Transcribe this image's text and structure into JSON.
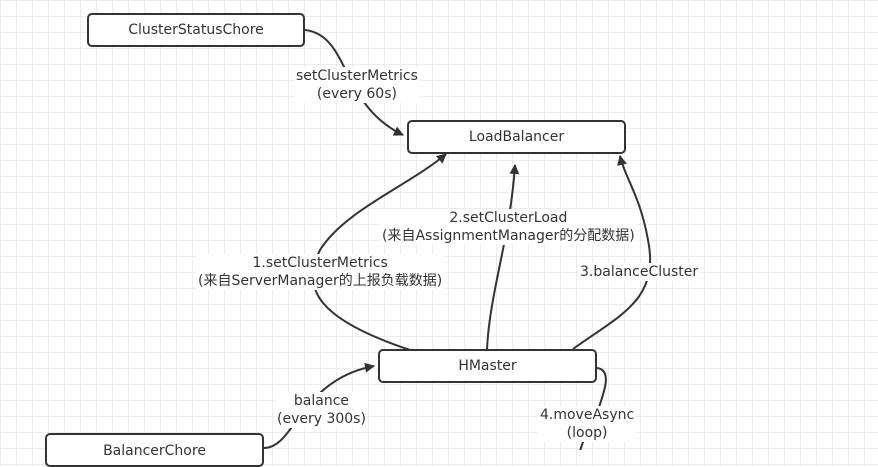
{
  "nodes": {
    "cluster_status_chore": "ClusterStatusChore",
    "load_balancer": "LoadBalancer",
    "hmaster": "HMaster",
    "balancer_chore": "BalancerChore"
  },
  "edges": {
    "set_cluster_metrics_chore": {
      "line1": "setClusterMetrics",
      "line2": "(every 60s)"
    },
    "set_cluster_metrics_master": {
      "line1": "1.setClusterMetrics",
      "line2": "(来自ServerManager的上报负载数据)"
    },
    "set_cluster_load": {
      "line1": "2.setClusterLoad",
      "line2": "(来自AssignmentManager的分配数据)"
    },
    "balance_cluster": {
      "line1": "3.balanceCluster"
    },
    "balance": {
      "line1": "balance",
      "line2": "(every 300s)"
    },
    "move_async": {
      "line1": "4.moveAsync",
      "line2": "(loop)"
    }
  },
  "colors": {
    "stroke": "#333333",
    "text": "#333333",
    "grid": "#ececec",
    "background": "#ffffff"
  }
}
